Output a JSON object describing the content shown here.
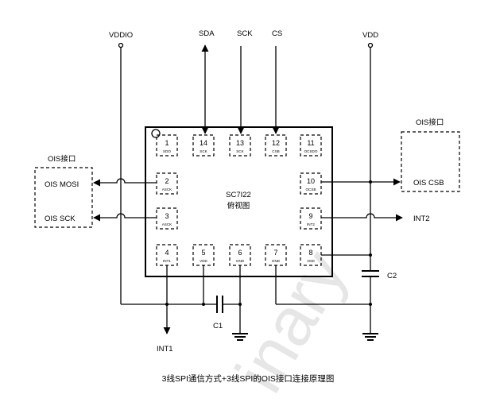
{
  "watermark": "inary",
  "chip": {
    "name": "SC7I22",
    "view": "俯视图",
    "pins": [
      {
        "num": "1",
        "name": "SDO"
      },
      {
        "num": "14",
        "name": "SCK"
      },
      {
        "num": "13",
        "name": "SCK"
      },
      {
        "num": "12",
        "name": "CSB"
      },
      {
        "num": "11",
        "name": "OCSDO"
      },
      {
        "num": "2",
        "name": "ASCK"
      },
      {
        "num": "10",
        "name": "OCSB"
      },
      {
        "num": "3",
        "name": "ASCK"
      },
      {
        "num": "9",
        "name": "INT2"
      },
      {
        "num": "4",
        "name": "INT1"
      },
      {
        "num": "5",
        "name": "VDD"
      },
      {
        "num": "6",
        "name": "GND"
      },
      {
        "num": "7",
        "name": "GND"
      },
      {
        "num": "8",
        "name": "VDD"
      }
    ]
  },
  "signals": {
    "vddio": "VDDIO",
    "sda": "SDA",
    "sck": "SCK",
    "cs": "CS",
    "vdd": "VDD",
    "int1": "INT1",
    "int2": "INT2"
  },
  "left_box": {
    "title": "OIS接口",
    "mosi": "OIS MOSI",
    "sck": "OIS SCK"
  },
  "right_box": {
    "title": "OIS接口",
    "csb": "OIS CSB"
  },
  "capacitors": {
    "c1": "C1",
    "c2": "C2"
  },
  "caption": "3线SPI通信方式+3线SPI的OIS接口连接原理图"
}
